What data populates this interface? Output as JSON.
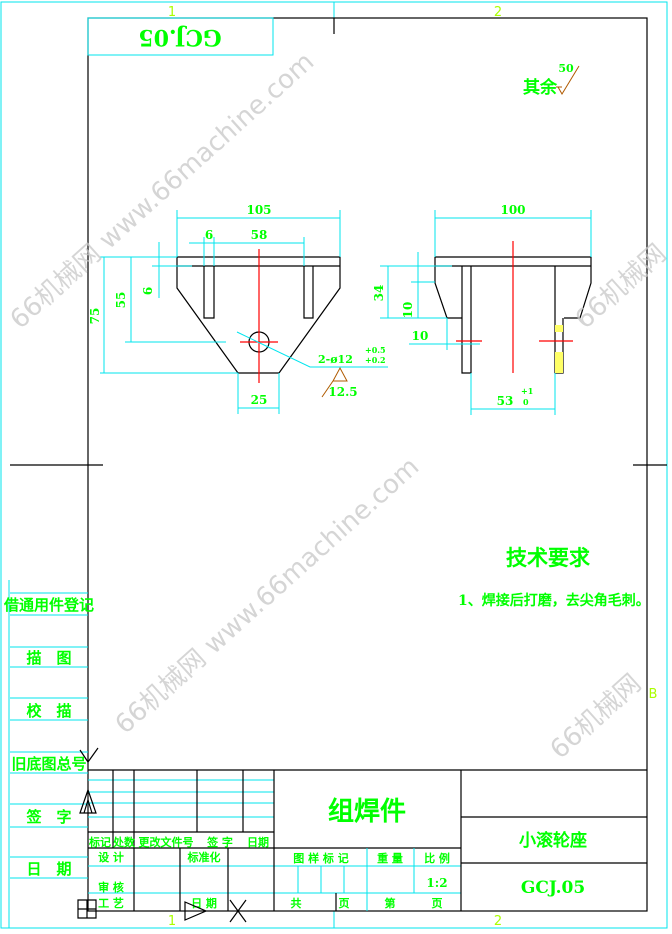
{
  "zones": {
    "col1": "1",
    "col2": "2",
    "row_b": "B"
  },
  "mirror_code": "GCJ.05",
  "surface_finish": {
    "label": "其余",
    "value": "50",
    "hole_value": "12.5"
  },
  "front_view": {
    "dims": {
      "width": "105",
      "slot_width": "6",
      "slot_pitch": "58",
      "plate_thk": "6",
      "hole_height": "55",
      "total_height": "75",
      "bottom_width": "25",
      "hole_base": "2-ø12",
      "hole_tol_upper": "+0.5",
      "hole_tol_lower": "+0.2"
    }
  },
  "side_view": {
    "dims": {
      "width": "100",
      "height": "34",
      "taper_height": "10",
      "taper_width": "10",
      "inner_width": "53",
      "tol_upper": "+1",
      "tol_lower": "0"
    }
  },
  "tech_requirements": {
    "title": "技术要求",
    "items": [
      "1、焊接后打磨，去尖角毛刺。"
    ]
  },
  "left_strip": [
    "借通用件登记",
    "描　图",
    "校　描",
    "旧底图总号",
    "签　字",
    "日　期"
  ],
  "title_block": {
    "drawing_type": "组焊件",
    "part_name": "小滚轮座",
    "drawing_number": "GCJ.05",
    "revision_headers": [
      "标记",
      "处数",
      "更改文件号",
      "签 字",
      "日期"
    ],
    "sign_labels": {
      "design": "设 计",
      "standardize": "标准化",
      "review": "审 核",
      "process": "工 艺",
      "date": "日 期"
    },
    "info_headers": {
      "stage_mark": "图 样 标 记",
      "weight": "重 量",
      "scale": "比 例"
    },
    "scale": "1:2",
    "sheets": {
      "total": "共",
      "page": "页",
      "sheet": "第",
      "page2": "页"
    }
  },
  "watermark": "66机械网 www.66machine.com",
  "watermark_short": "66机械网"
}
